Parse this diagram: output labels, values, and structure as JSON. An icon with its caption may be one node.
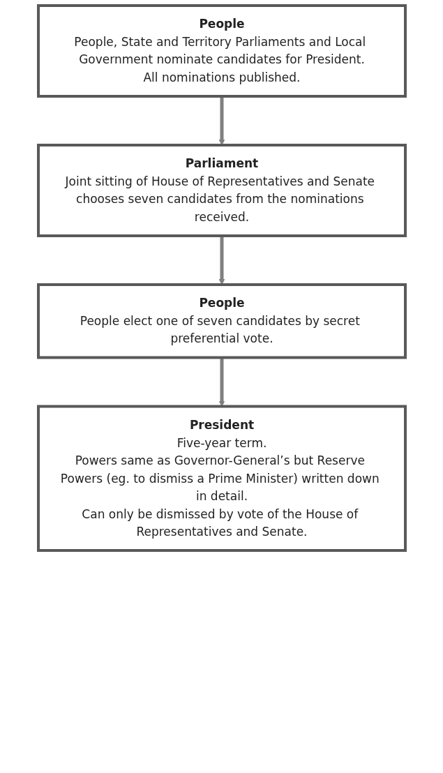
{
  "diagram": {
    "nodes": [
      {
        "text": [
          "People",
          "People, State and Territory Parliaments and Local Government nominate candidates for President.",
          "All nominations published."
        ]
      },
      {
        "text": [
          "Parliament",
          "Joint sitting of House of Representatives and Senate chooses seven candidates from the nominations received."
        ]
      },
      {
        "text": [
          "People",
          "People elect one of seven candidates by secret preferential vote."
        ]
      },
      {
        "text": [
          "President",
          "Five-year term.",
          "Powers same as Governor-General’s but Reserve Powers (eg. to dismiss a Prime Minister) written down in detail.",
          "Can only be dismissed by vote of the House of Representatives and Senate."
        ]
      }
    ],
    "edges": [
      {
        "from": 0,
        "to": 1,
        "arrow": "to"
      },
      {
        "from": 1,
        "to": 2,
        "arrow": "to"
      },
      {
        "from": 2,
        "to": 3,
        "arrow": "to"
      }
    ]
  }
}
